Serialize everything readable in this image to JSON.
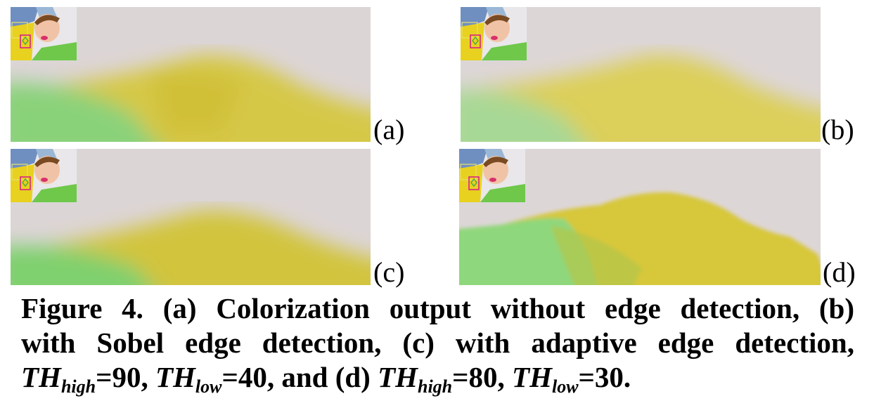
{
  "panels": [
    {
      "label": "(a)"
    },
    {
      "label": "(b)"
    },
    {
      "label": "(c)"
    },
    {
      "label": "(d)"
    }
  ],
  "caption": {
    "line1": "Figure 4. (a) Colorization output without edge detection, (b)",
    "line2": "with Sobel edge detection, (c) with adaptive edge detection,",
    "sym_main": "TH",
    "sub_high": "high",
    "sub_low": "low",
    "eq1": "=90, ",
    "eq2": "=40, and (d) ",
    "eq3": "=80, ",
    "eq4": "=30."
  },
  "colors": {
    "background": "#dcd5d6",
    "yellow": "#d4c53a",
    "green": "#8ed77a",
    "thumb_box_yellow": "#e8e070",
    "thumb_box_magenta": "#d8208a"
  }
}
